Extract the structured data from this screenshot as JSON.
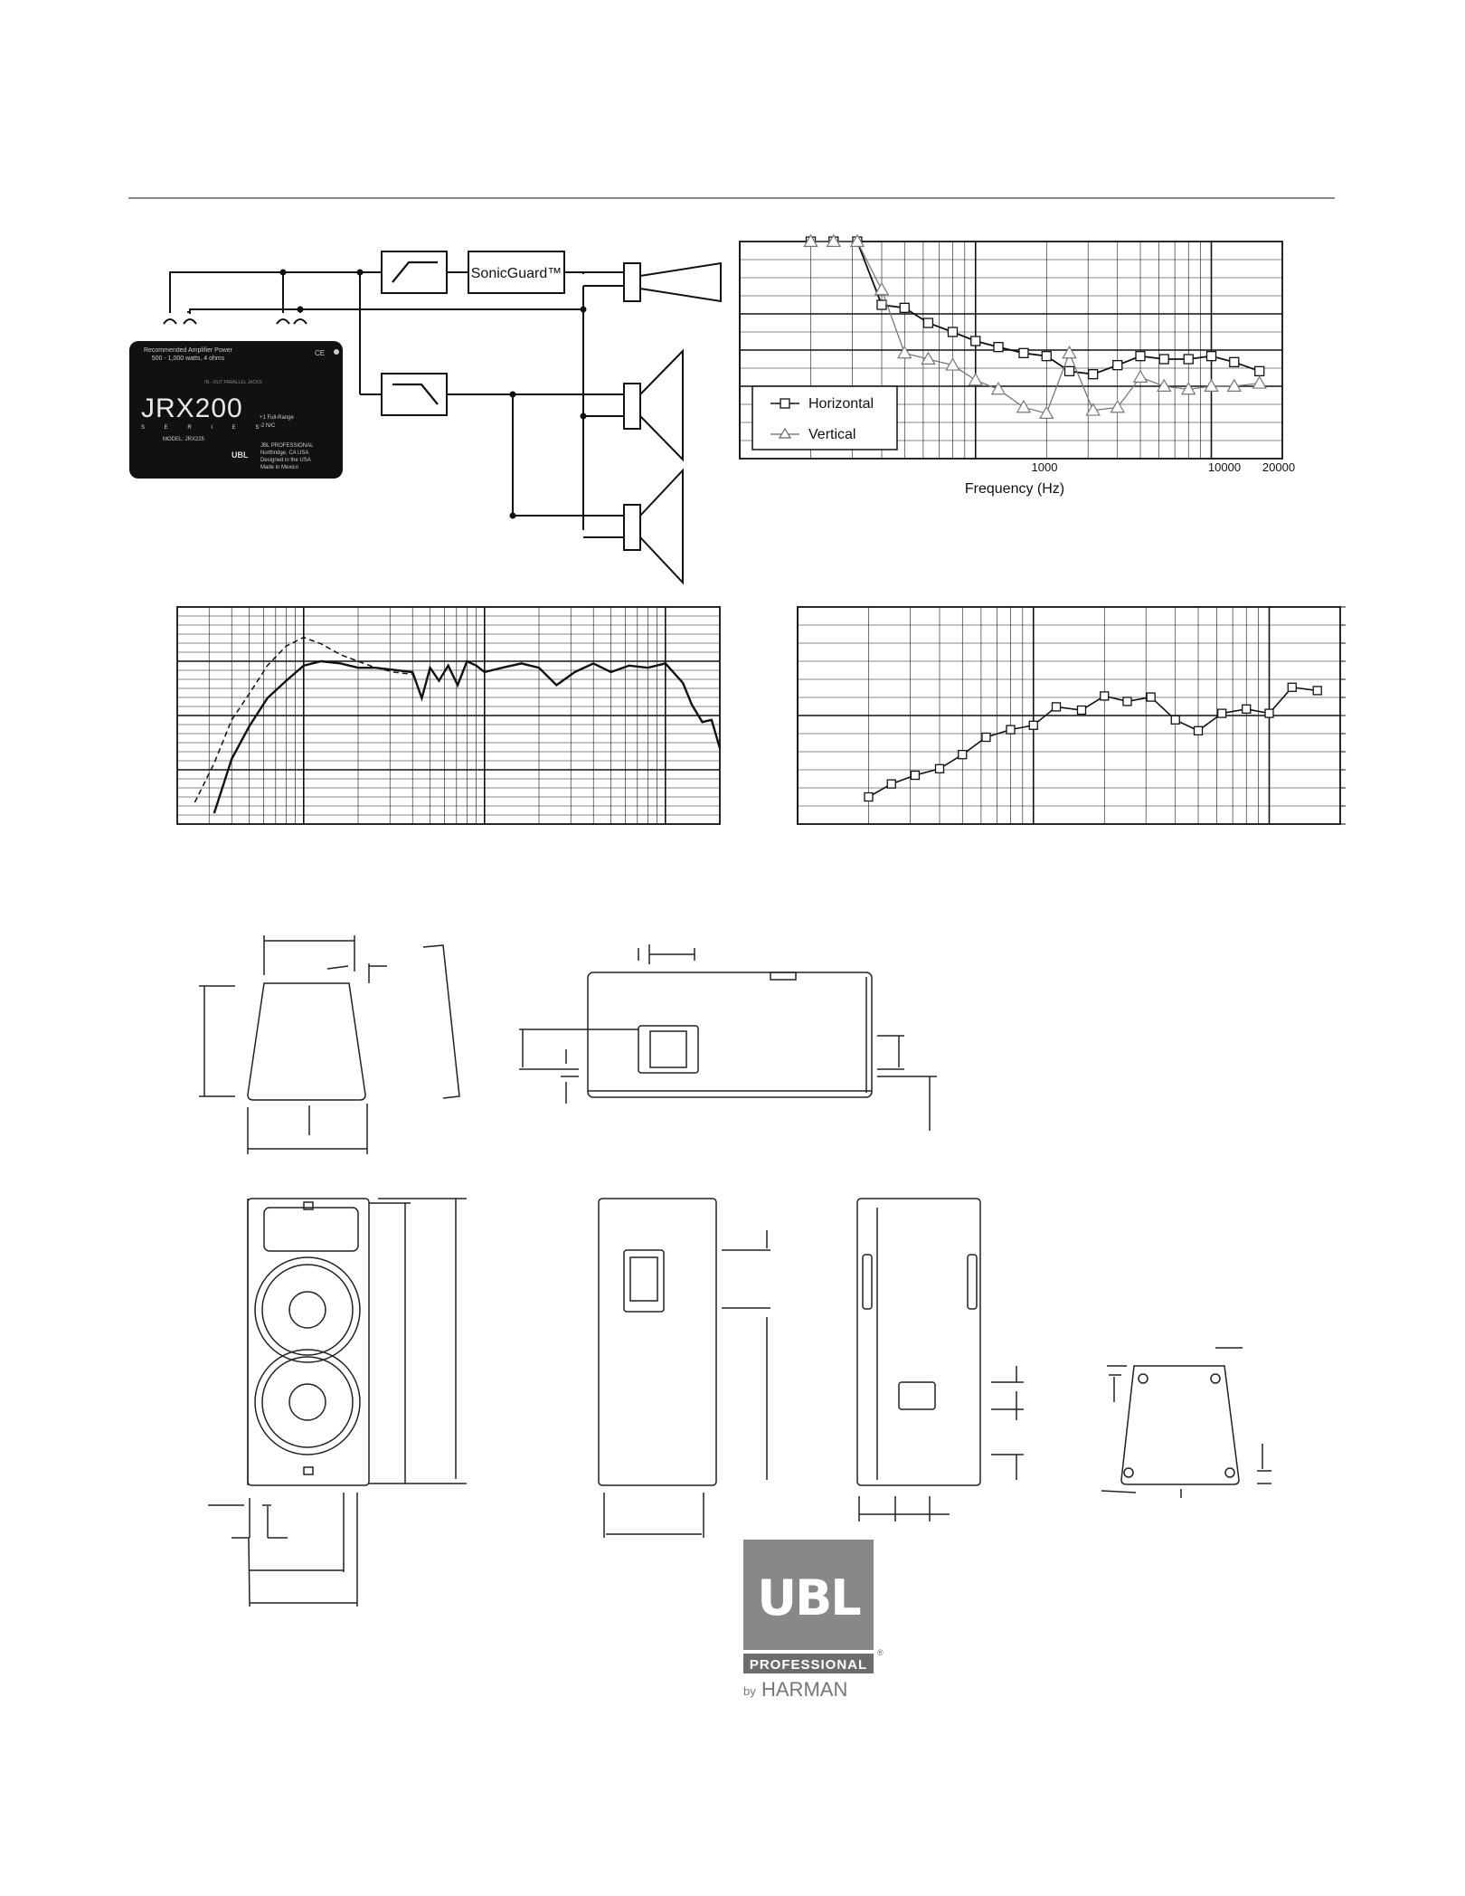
{
  "block_diagram": {
    "filter_label": "SonicGuard™",
    "panel": {
      "power_line1": "Recommended Amplifier Power",
      "power_line2": "500 - 1,000 watts, 4 ohms",
      "parallel_text": "IN - OUT\nPARALLEL JACKS",
      "brand": "JRX200",
      "series": "S E R I E S",
      "inputs_line1": "+1 Full-Range",
      "inputs_line2": "-2 N/C",
      "model": "MODEL: JRX225",
      "mfr_line1": "JBL PROFESSIONAL",
      "mfr_line2": "Northridge, CA USA",
      "mfr_line3": "Designed in the USA",
      "mfr_line4": "Made in Mexico",
      "cert": "CE",
      "mini_logo": "UBL"
    }
  },
  "chart_data": [
    {
      "type": "line",
      "description_scope": "beamwidth",
      "x_axis": {
        "scale": "log",
        "range": [
          100,
          20000
        ],
        "ticks": [
          1000,
          10000,
          20000
        ],
        "tick_labels": [
          "1000",
          "10000",
          "20000"
        ]
      },
      "xlabel": "Frequency (Hz)",
      "legend": {
        "placement": "bottom-left",
        "entries": [
          "Horizontal",
          "Vertical"
        ]
      },
      "y_range": [
        0,
        360
      ],
      "series": [
        {
          "name": "Horizontal",
          "marker": "square",
          "x": [
            200,
            250,
            315,
            400,
            500,
            630,
            800,
            1000,
            1250,
            1600,
            2000,
            2500,
            3150,
            4000,
            5000,
            6300,
            8000,
            10000,
            12500,
            16000
          ],
          "y": [
            360,
            360,
            360,
            255,
            250,
            225,
            210,
            195,
            185,
            175,
            170,
            145,
            140,
            155,
            170,
            165,
            165,
            170,
            160,
            145
          ]
        },
        {
          "name": "Vertical",
          "marker": "triangle",
          "x": [
            200,
            250,
            315,
            400,
            500,
            630,
            800,
            1000,
            1250,
            1600,
            2000,
            2500,
            3150,
            4000,
            5000,
            6300,
            8000,
            10000,
            12500,
            16000
          ],
          "y": [
            360,
            360,
            360,
            280,
            175,
            165,
            155,
            130,
            115,
            85,
            75,
            175,
            80,
            85,
            135,
            120,
            115,
            120,
            120,
            125
          ]
        }
      ],
      "grid": true
    },
    {
      "type": "line",
      "description_scope": "frequency response",
      "x_axis": {
        "scale": "log",
        "range": [
          20,
          20000
        ]
      },
      "y_range": [
        0,
        100
      ],
      "series": [
        {
          "style": "solid",
          "x": [
            32,
            40,
            50,
            63,
            80,
            100,
            125,
            160,
            200,
            250,
            315,
            400,
            450,
            500,
            560,
            630,
            710,
            800,
            900,
            1000,
            1250,
            1600,
            2000,
            2500,
            3150,
            4000,
            5000,
            6300,
            8000,
            10000,
            12500,
            14000,
            16000,
            18000,
            20000
          ],
          "y": [
            5,
            30,
            45,
            58,
            66,
            73,
            75,
            74,
            72,
            72,
            71,
            70,
            58,
            72,
            66,
            73,
            64,
            75,
            73,
            70,
            72,
            74,
            72,
            64,
            70,
            74,
            70,
            73,
            72,
            74,
            65,
            55,
            47,
            48,
            35
          ]
        },
        {
          "style": "dashed",
          "x": [
            25,
            32,
            40,
            50,
            63,
            80,
            100,
            125,
            160,
            200,
            250,
            315,
            400
          ],
          "y": [
            10,
            28,
            48,
            60,
            73,
            82,
            86,
            83,
            78,
            75,
            72,
            70,
            69
          ]
        }
      ],
      "grid": true
    },
    {
      "type": "line",
      "description_scope": "directivity",
      "x_axis": {
        "scale": "log",
        "range": [
          100,
          20000
        ]
      },
      "y_range": [
        0,
        20
      ],
      "series": [
        {
          "marker": "square",
          "x": [
            200,
            250,
            315,
            400,
            500,
            630,
            800,
            1000,
            1250,
            1600,
            2000,
            2500,
            3150,
            4000,
            5000,
            6300,
            8000,
            10000,
            12500,
            16000
          ],
          "y": [
            2.5,
            3.7,
            4.5,
            5.1,
            6.4,
            8.0,
            8.7,
            9.1,
            10.8,
            10.5,
            11.8,
            11.3,
            11.7,
            9.6,
            8.6,
            10.2,
            10.6,
            10.2,
            12.6,
            12.3
          ]
        }
      ],
      "grid": true
    }
  ],
  "logo": {
    "mark": "UBL",
    "badge": "PROFESSIONAL",
    "registered": "®",
    "byline_prefix": "by",
    "byline_brand": "HARMAN"
  }
}
